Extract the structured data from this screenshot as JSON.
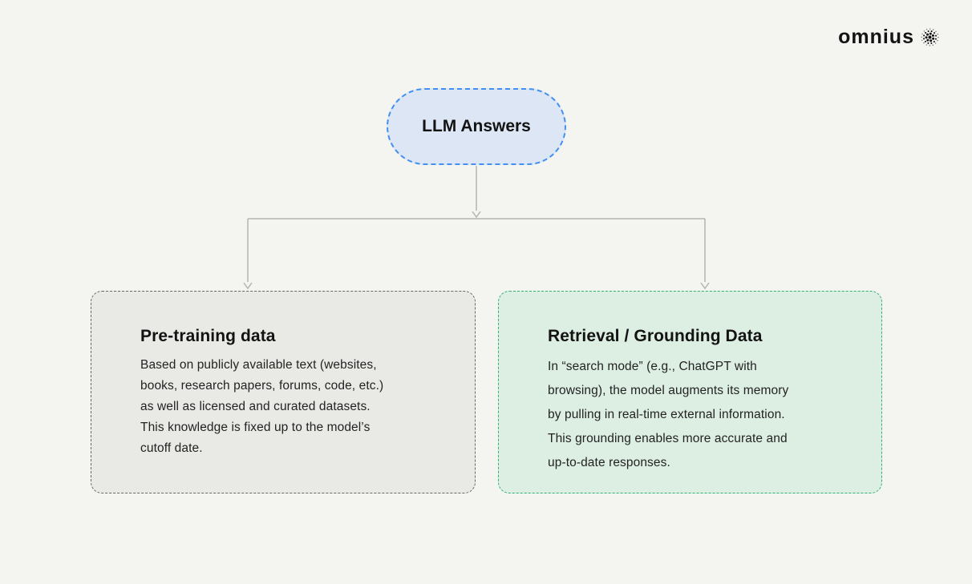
{
  "page": {
    "background_color": "#f4f4f1"
  },
  "brand": {
    "name": "omnius",
    "icon": "dotted-sphere-icon",
    "color": "#141414"
  },
  "diagram": {
    "root_node": {
      "label": "LLM Answers",
      "fill_color": "#dce6f5",
      "border_color": "#4490ef"
    },
    "connector_color": "#b3b3b0",
    "branches": [
      {
        "title": "Pre-training data",
        "body_lines": [
          "Based on publicly available text (websites,",
          "books, research papers, forums, code, etc.)",
          "as well as licensed and curated datasets.",
          "This knowledge is fixed up to the model’s",
          "cutoff date."
        ],
        "fill_color": "#e9eae6",
        "border_color": "#65676b"
      },
      {
        "title": "Retrieval / Grounding Data",
        "body_lines": [
          "In “search mode” (e.g., ChatGPT with",
          "browsing), the model augments its memory",
          "by pulling in real-time external information.",
          "This grounding enables more accurate and",
          "up-to-date responses."
        ],
        "fill_color": "#ddeee3",
        "border_color": "#2fb273"
      }
    ]
  }
}
